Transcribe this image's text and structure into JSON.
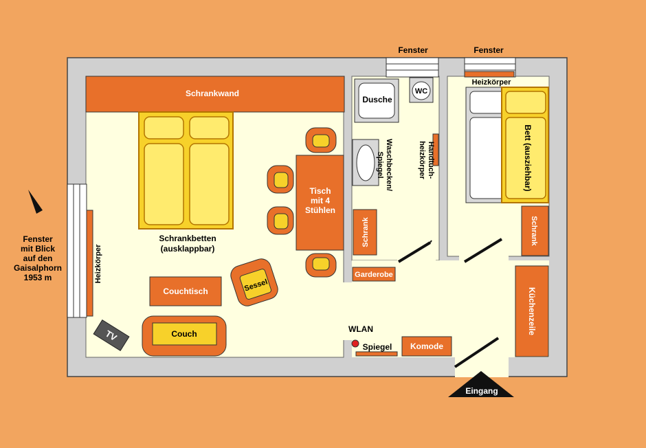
{
  "colors": {
    "background": "#F2A55F",
    "wall": "#D0D0D0",
    "floor": "#FFFFE0",
    "furniture_orange": "#E8702A",
    "furniture_yellow": "#F7D12A",
    "appliance_grey": "#D8D8D8",
    "wlan_dot": "#E02020"
  },
  "labels": {
    "window_bath": "Fenster",
    "window_bedroom": "Fenster",
    "schrankwand": "Schrankwand",
    "schrankbetten_1": "Schrankbetten",
    "schrankbetten_2": "(ausklappbar)",
    "tisch_1": "Tisch",
    "tisch_2": "mit 4",
    "tisch_3": "Stühlen",
    "sessel": "Sessel",
    "couchtisch": "Couchtisch",
    "couch": "Couch",
    "tv": "TV",
    "heizkoerper_left": "Heizkörper",
    "heizkoerper_bedroom": "Heizkörper",
    "dusche": "Dusche",
    "wc": "WC",
    "waschbecken_1": "Waschbecken/",
    "waschbecken_2": "Spiegel",
    "handtuch_1": "Handtuch-",
    "handtuch_2": "heizkörper",
    "schrank_bath": "Schrank",
    "garderobe": "Garderobe",
    "bett": "Bett (ausziehbar)",
    "schrank_bedroom": "Schrank",
    "kuechenzeile": "Küchenzeile",
    "wlan": "WLAN",
    "spiegel": "Spiegel",
    "komode": "Komode",
    "eingang": "Eingang",
    "view_1": "Fenster",
    "view_2": "mit Blick",
    "view_3": "auf den",
    "view_4": "Gaisalphorn",
    "view_5": "1953 m"
  }
}
